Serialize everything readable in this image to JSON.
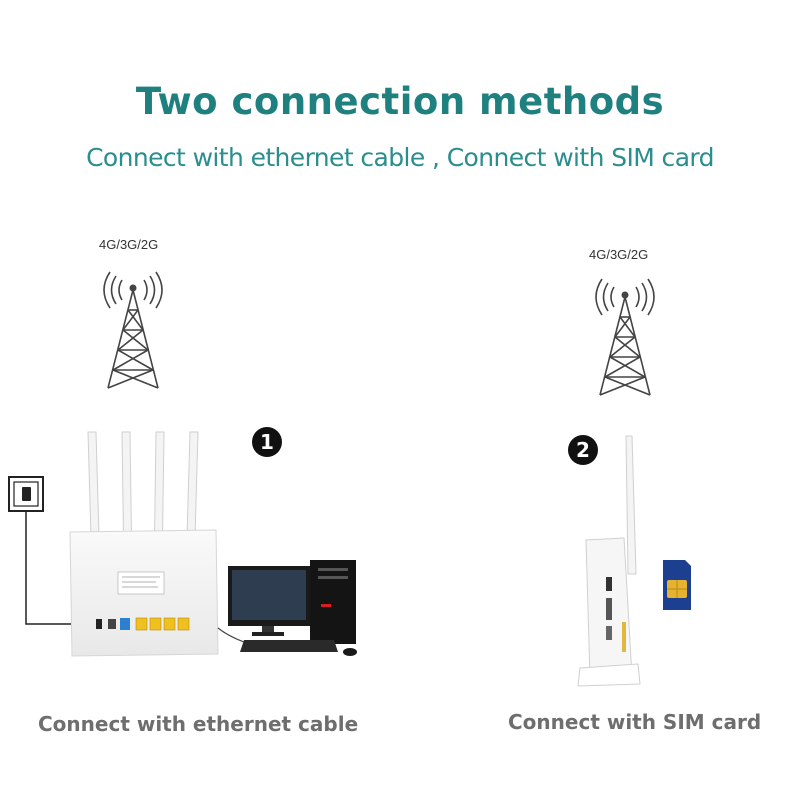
{
  "heading": "Two connection methods",
  "subheading": "Connect with ethernet cable , Connect with SIM card",
  "left": {
    "network_label": "4G/3G/2G",
    "step_number": "1",
    "caption": "Connect with ethernet cable"
  },
  "right": {
    "network_label": "4G/3G/2G",
    "step_number": "2",
    "caption": "Connect with SIM card"
  },
  "colors": {
    "heading": "#1f8080",
    "caption": "#6e6e6e",
    "router_port": "#f0c020",
    "sim_card": "#1c3f8f",
    "sim_chip": "#e6b330",
    "pc_accent": "#d81e1e"
  },
  "icons": [
    "cell-tower-icon",
    "power-socket-icon",
    "router-image",
    "desktop-pc-image",
    "sim-card-icon"
  ]
}
